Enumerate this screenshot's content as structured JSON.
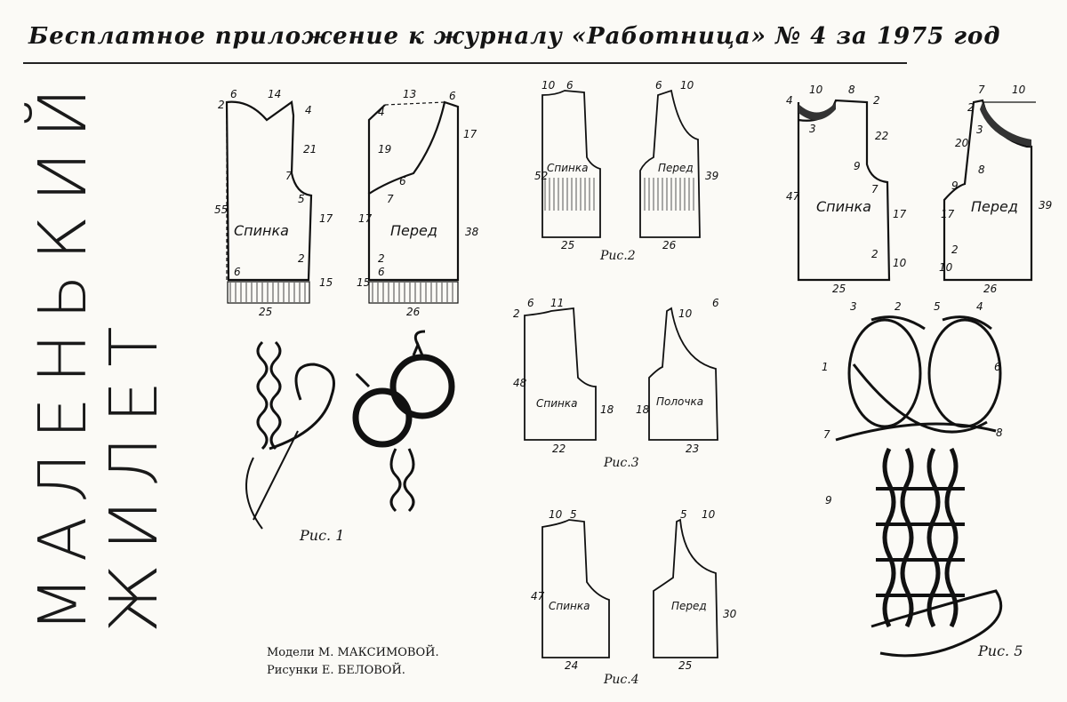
{
  "header": {
    "title": "Бесплатное приложение к журналу «Работница» № 4 за 1975 год"
  },
  "side_title": {
    "line1": "МАЛЕНЬКИЙ",
    "line2": "ЖИЛЕТ"
  },
  "figures": {
    "fig1": {
      "label": "Рис. 1"
    },
    "fig2": {
      "label": "Рис.2"
    },
    "fig3": {
      "label": "Рис.3"
    },
    "fig4": {
      "label": "Рис.4"
    },
    "fig5": {
      "label": "Рис. 5"
    }
  },
  "pieces": {
    "back": "Спинка",
    "front": "Перед",
    "front_alt": "Полочка"
  },
  "pattern_main": {
    "back_dims": [
      "6",
      "14",
      "2",
      "4",
      "21",
      "7",
      "5",
      "17",
      "55",
      "2",
      "15",
      "6",
      "25"
    ],
    "front_dims": [
      "13",
      "6",
      "4",
      "19",
      "17",
      "7",
      "6",
      "17",
      "38",
      "2",
      "15",
      "6",
      "26"
    ]
  },
  "credits": {
    "line1": "Модели М. МАКСИМОВОЙ.",
    "line2": "Рисунки Е. БЕЛОВОЙ."
  }
}
